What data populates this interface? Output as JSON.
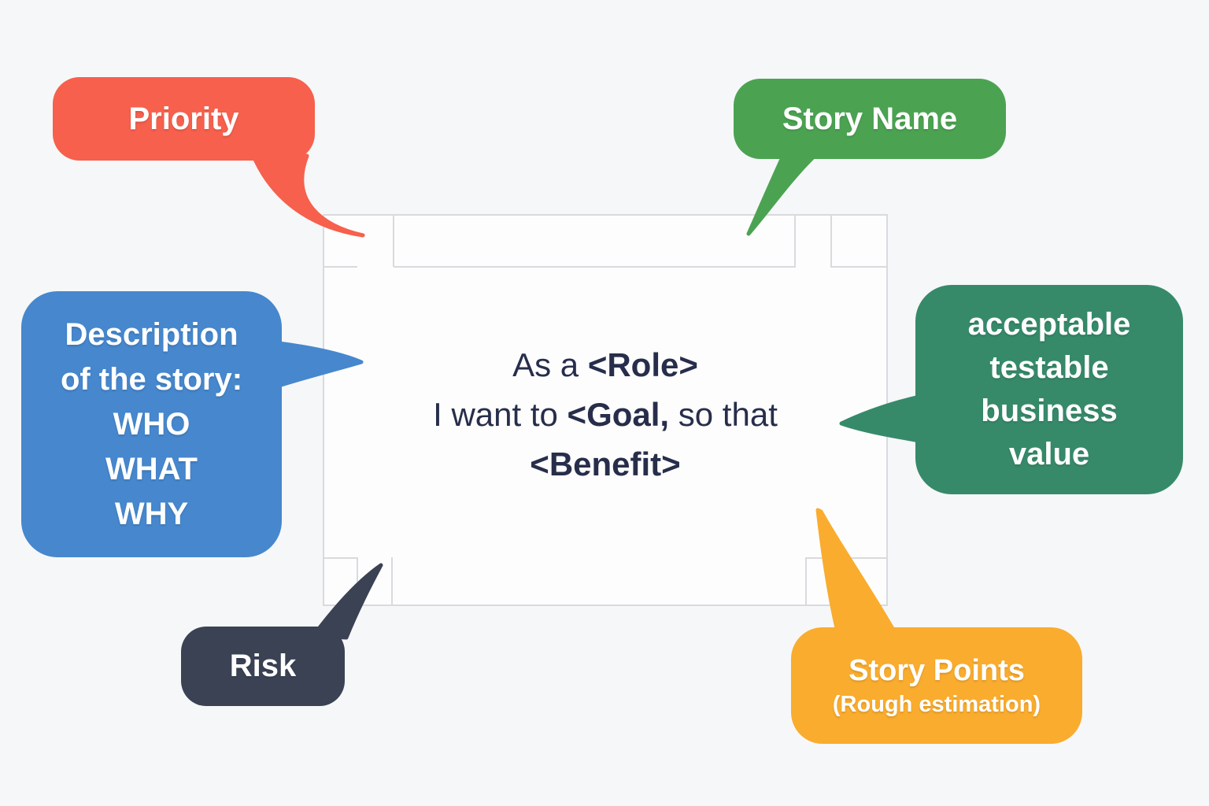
{
  "colors": {
    "background": "#f6f7f8",
    "card_bg": "#fdfdfd",
    "card_border": "#d9dade",
    "card_text": "#272e4b",
    "priority": "#f6604d",
    "story_name": "#4ba352",
    "description": "#4687cd",
    "business_value": "#368a6a",
    "risk": "#3a4254",
    "story_points": "#f9ac2e"
  },
  "card": {
    "template": {
      "line1_regular": "As a ",
      "line1_bold": "<Role>",
      "line2_regular_a": "I want to ",
      "line2_bold": "<Goal,",
      "line2_regular_b": " so that",
      "line3_bold": "<Benefit>"
    }
  },
  "callouts": {
    "priority": {
      "label": "Priority"
    },
    "story_name": {
      "label": "Story Name"
    },
    "description": {
      "lines": [
        "Description",
        "of the story:",
        "WHO",
        "WHAT",
        "WHY"
      ]
    },
    "business_value": {
      "lines": [
        "acceptable",
        "testable",
        "business",
        "value"
      ]
    },
    "risk": {
      "label": "Risk"
    },
    "story_points": {
      "label": "Story Points",
      "sublabel": "(Rough estimation)"
    }
  }
}
